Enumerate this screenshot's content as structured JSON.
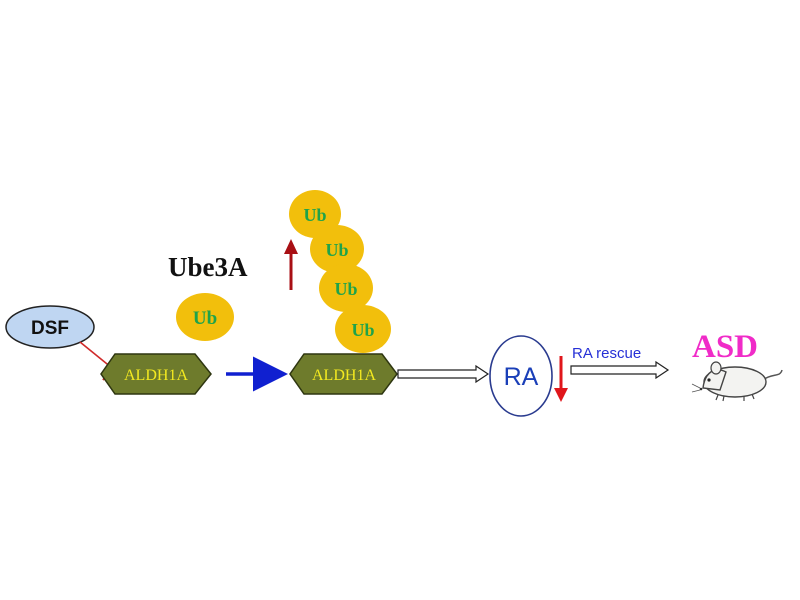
{
  "diagram": {
    "dsf_label": "DSF",
    "enzyme_left_label": "ALDH1A",
    "enzyme_right_label": "ALDH1A",
    "ube3a_label": "Ube3A",
    "free_ub_label": "Ub",
    "ub_chain": [
      "Ub",
      "Ub",
      "Ub",
      "Ub"
    ],
    "ra_label": "RA",
    "rescue_label": "RA rescue",
    "outcome_label": "ASD"
  },
  "colors": {
    "ub_fill": "#F2BF0C",
    "ub_text": "#1FA34A",
    "enzyme_fill": "#6E7B2C",
    "enzyme_text": "#F4EA20",
    "dsf_fill": "#BFD6F2",
    "up_arrow": "#A80F14",
    "down_arrow": "#E0161B",
    "blue_arrow": "#1020D0",
    "ra_text": "#1A3FB8",
    "rescue_text": "#2630D6",
    "asd_text": "#F02BC8"
  },
  "icons": {
    "inhibition_mark": "tee-line",
    "mouse": "mouse-icon"
  }
}
